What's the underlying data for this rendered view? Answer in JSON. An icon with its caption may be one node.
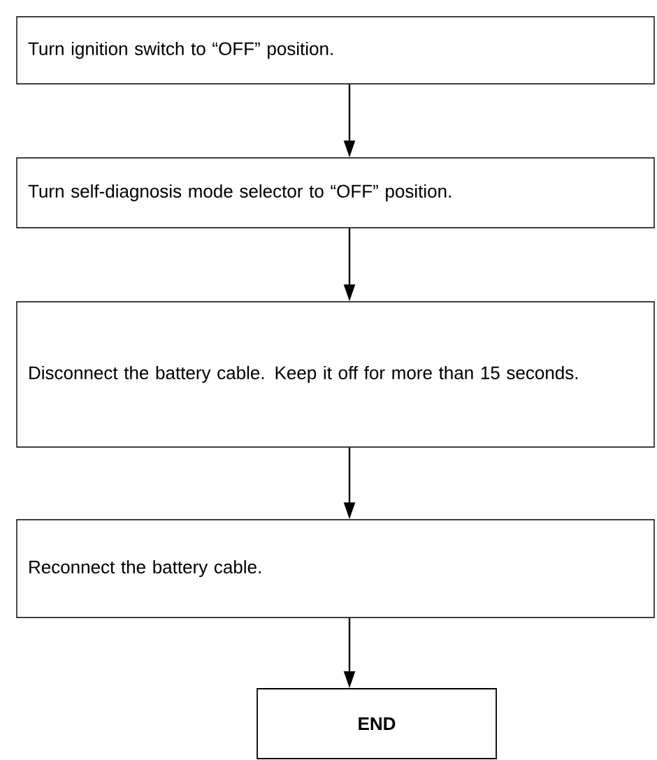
{
  "diagram": {
    "nodes": [
      {
        "text": [
          "Turn ignition switch to “OFF” position."
        ]
      },
      {
        "text": [
          "Turn self-diagnosis mode selector to “OFF” position."
        ]
      },
      {
        "text": [
          "Disconnect the battery cable. Keep it off for more than 15 seconds."
        ]
      },
      {
        "text": [
          "Reconnect the battery cable."
        ]
      },
      {
        "text": [
          "END"
        ]
      }
    ],
    "edges": [
      {
        "from": 0,
        "to": 1,
        "arrow": "to"
      },
      {
        "from": 1,
        "to": 2,
        "arrow": "to"
      },
      {
        "from": 2,
        "to": 3,
        "arrow": "to"
      },
      {
        "from": 3,
        "to": 4,
        "arrow": "to"
      }
    ]
  }
}
